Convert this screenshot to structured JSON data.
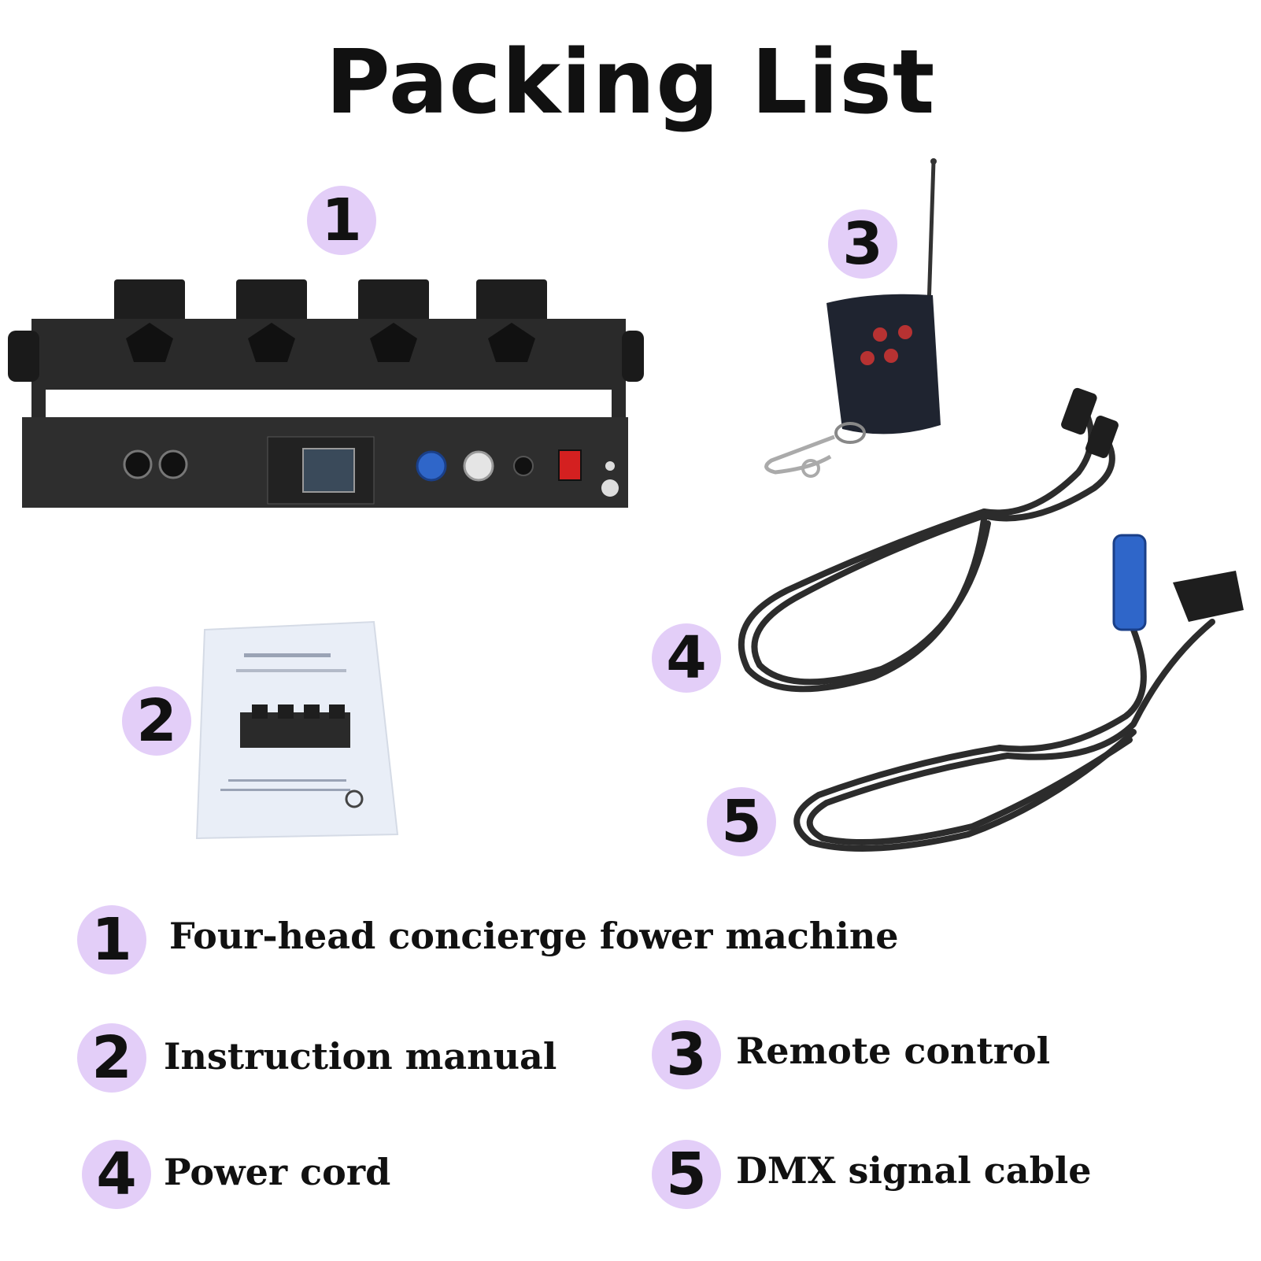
{
  "title": "Packing List",
  "colors": {
    "badge": "#e3cef8",
    "text": "#111111",
    "device": "#2a2a2a",
    "manual_paper": "#e9eef7",
    "power_connector": "#2f66c9",
    "switch_red": "#d42020"
  },
  "items": [
    {
      "number": "1",
      "label": "Four-head concierge fower machine"
    },
    {
      "number": "2",
      "label": "Instruction manual"
    },
    {
      "number": "3",
      "label": "Remote control"
    },
    {
      "number": "4",
      "label": "Power cord"
    },
    {
      "number": "5",
      "label": "DMX signal cable"
    }
  ]
}
